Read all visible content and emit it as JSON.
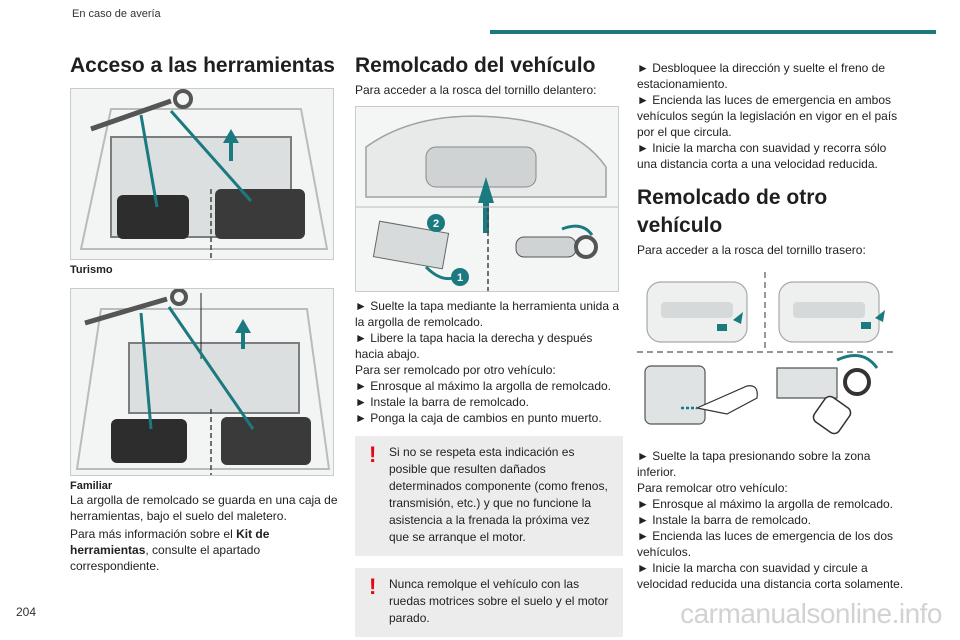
{
  "header": {
    "section": "En caso de avería",
    "page_number": "204",
    "accent_color": "#1a7a7f"
  },
  "col1": {
    "title": "Acceso a las herramientas",
    "caption1": "Turismo",
    "caption2": "Familiar",
    "para": "La argolla de remolcado se guarda en una caja de herramientas, bajo el suelo del maletero.",
    "para2_pre": "Para más información sobre el ",
    "para2_bold": "Kit de herramientas",
    "para2_post": ", consulte el apartado correspondiente."
  },
  "col2": {
    "title": "Remolcado del vehículo",
    "intro": "Para acceder a la rosca del tornillo delantero:",
    "steps": [
      "► Suelte la tapa mediante la herramienta unida a la argolla de remolcado.",
      "► Libere la tapa hacia la derecha y después hacia abajo."
    ],
    "intro2": "Para ser remolcado por otro vehículo:",
    "steps2": [
      "► Enrosque al máximo la argolla de remolcado.",
      "► Instale la barra de remolcado.",
      "► Ponga la caja de cambios en punto muerto."
    ],
    "warn1": "Si no se respeta esta indicación es posible que resulten dañados determinados componente (como frenos, transmisión, etc.) y que no funcione la asistencia a la frenada la próxima vez que se arranque el motor.",
    "warn2": "Nunca remolque el vehículo con las ruedas motrices sobre el suelo y el motor parado.",
    "warn_color": "#e30613"
  },
  "col3": {
    "steps": [
      "► Desbloquee la dirección y suelte el freno de estacionamiento.",
      "► Encienda las luces de emergencia en ambos vehículos según la legislación en vigor en el país por el que circula.",
      "► Inicie la marcha con suavidad y recorra sólo una distancia corta a una velocidad reducida."
    ],
    "title": "Remolcado de otro vehículo",
    "intro": "Para acceder a la rosca del tornillo trasero:",
    "steps2": [
      "► Suelte la tapa presionando sobre la zona inferior."
    ],
    "intro2": "Para remolcar otro vehículo:",
    "steps3": [
      "► Enrosque al máximo la argolla de remolcado.",
      "► Instale la barra de remolcado.",
      "► Encienda las luces de emergencia de los dos vehículos.",
      "► Inicie la marcha con suavidad y circule a velocidad reducida una distancia corta solamente."
    ]
  },
  "watermark": "carmanualsonline.info"
}
